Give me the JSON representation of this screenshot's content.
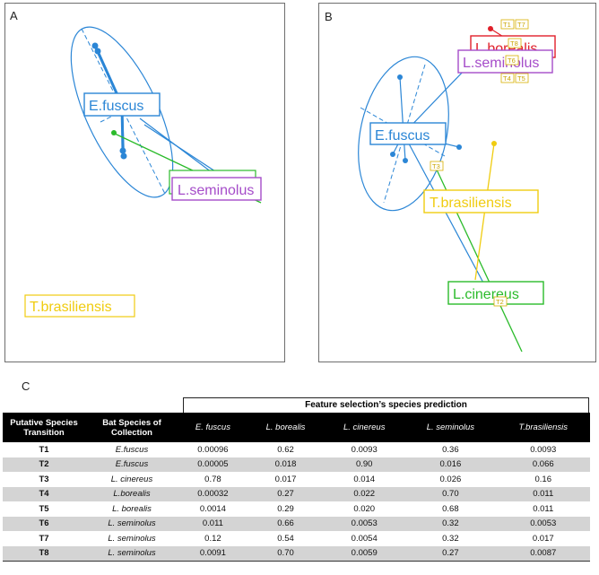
{
  "panels": {
    "a": {
      "label": "A",
      "labels": {
        "efuscus": "E.fuscus",
        "lseminolus": "L.seminolus",
        "tbrasiliensis": "T.brasiliensis"
      }
    },
    "b": {
      "label": "B",
      "labels": {
        "lborealis": "L.borealis",
        "lseminolus": "L.seminolus",
        "efuscus": "E.fuscus",
        "tbrasiliensis": "T.brasiliensis",
        "lcinereus": "L.cinereus"
      },
      "tags": [
        "T1",
        "T7",
        "T8",
        "T6",
        "T4",
        "T5",
        "T3",
        "T2"
      ]
    }
  },
  "colors": {
    "efuscus": "#2b86d6",
    "lseminolus": "#a54cc9",
    "lborealis": "#e0202a",
    "lcinereus": "#2bbb2b",
    "tbrasiliensis": "#f0cc10"
  },
  "table": {
    "label": "C",
    "group_header": "Feature selection’s species prediction",
    "columns": [
      "Putative Species Transition",
      "Bat Species of Collection",
      "E. fuscus",
      "L. borealis",
      "L. cinereus",
      "L. seminolus",
      "T.brasiliensis"
    ],
    "rows": [
      [
        "T1",
        "E.fuscus",
        "0.00096",
        "0.62",
        "0.0093",
        "0.36",
        "0.0093"
      ],
      [
        "T2",
        "E.fuscus",
        "0.00005",
        "0.018",
        "0.90",
        "0.016",
        "0.066"
      ],
      [
        "T3",
        "L. cinereus",
        "0.78",
        "0.017",
        "0.014",
        "0.026",
        "0.16"
      ],
      [
        "T4",
        "L.borealis",
        "0.00032",
        "0.27",
        "0.022",
        "0.70",
        "0.011"
      ],
      [
        "T5",
        "L. borealis",
        "0.0014",
        "0.29",
        "0.020",
        "0.68",
        "0.011"
      ],
      [
        "T6",
        "L. seminolus",
        "0.011",
        "0.66",
        "0.0053",
        "0.32",
        "0.0053"
      ],
      [
        "T7",
        "L. seminolus",
        "0.12",
        "0.54",
        "0.0054",
        "0.32",
        "0.017"
      ],
      [
        "T8",
        "L. seminolus",
        "0.0091",
        "0.70",
        "0.0059",
        "0.27",
        "0.0087"
      ]
    ]
  }
}
